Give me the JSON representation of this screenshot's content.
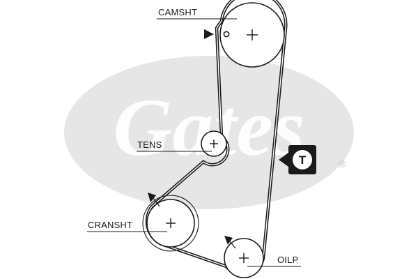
{
  "labels": {
    "camshaft": "CAMSHT",
    "tensioner": "TENS",
    "crankshaft": "CRANSHT",
    "oil_pump": "OILP"
  },
  "badge": {
    "letter": "T"
  },
  "watermark": {
    "text": "Gates",
    "registered_mark": "®"
  },
  "colors": {
    "line": "#1a1a1a",
    "watermark": "#d2d2d2",
    "background": "#ffffff"
  }
}
